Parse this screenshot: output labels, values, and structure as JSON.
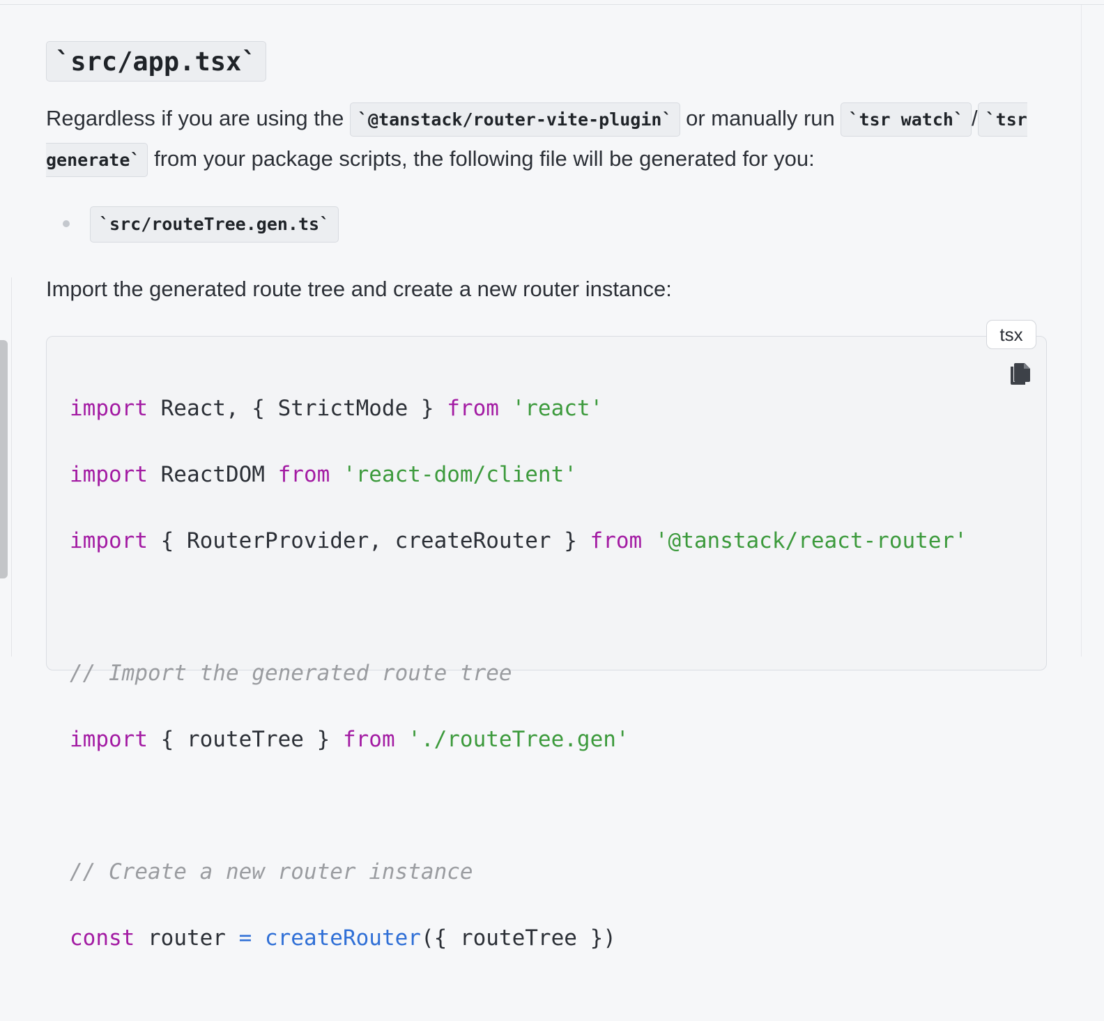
{
  "heading": "`src/app.tsx`",
  "paragraph": {
    "part1": "Regardless if you are using the ",
    "code1": "`@tanstack/router-vite-plugin`",
    "part2": " or manually run ",
    "code2": "`tsr watch`",
    "sep": "/",
    "code3": "`tsr generate`",
    "part3": " from your package scripts, the following file will be generated for you:"
  },
  "list_items": [
    "`src/routeTree.gen.ts`"
  ],
  "paragraph2": "Import the generated route tree and create a new router instance:",
  "code_block": {
    "language": "tsx",
    "copy_icon": "copy-icon",
    "lines": {
      "l1": {
        "kw1": "import",
        "t1": " React, { StrictMode } ",
        "kw2": "from",
        "t2": " ",
        "s1": "'react'"
      },
      "l2": {
        "kw1": "import",
        "t1": " ReactDOM ",
        "kw2": "from",
        "t2": " ",
        "s1": "'react-dom/client'"
      },
      "l3": {
        "kw1": "import",
        "t1": " { RouterProvider, createRouter } ",
        "kw2": "from",
        "t2": " ",
        "s1": "'@tanstack/react-router'"
      },
      "l5": {
        "c": "// Import the generated route tree"
      },
      "l6": {
        "kw1": "import",
        "t1": " { routeTree } ",
        "kw2": "from",
        "t2": " ",
        "s1": "'./routeTree.gen'"
      },
      "l8": {
        "c": "// Create a new router instance"
      },
      "l9": {
        "kw1": "const",
        "t1": " router ",
        "op": "=",
        "t2": " ",
        "fn": "createRouter",
        "t3": "({ routeTree })"
      }
    }
  },
  "colors": {
    "keyword": "#a31ba3",
    "string": "#3c9a3c",
    "comment": "#9a9ca0",
    "function": "#2f6fd6"
  }
}
